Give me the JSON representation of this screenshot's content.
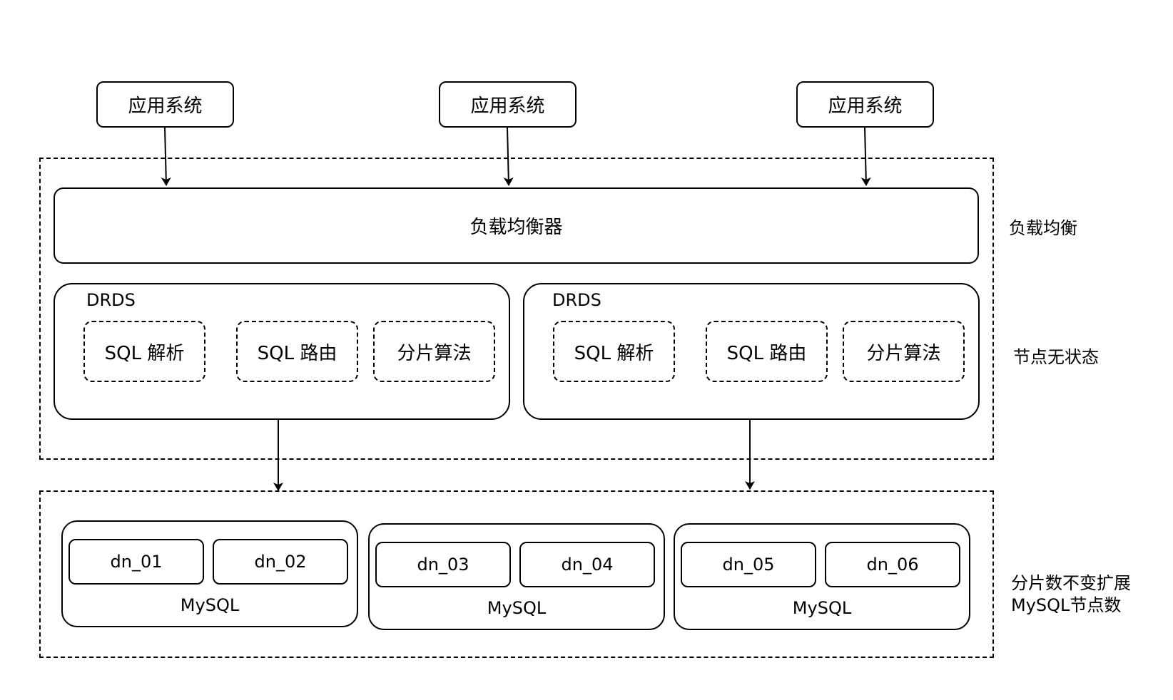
{
  "apps": [
    {
      "label": "应用系统"
    },
    {
      "label": "应用系统"
    },
    {
      "label": "应用系统"
    }
  ],
  "load_balancer": {
    "label": "负载均衡器"
  },
  "drds_nodes": [
    {
      "title": "DRDS",
      "modules": [
        "SQL 解析",
        "SQL 路由",
        "分片算法"
      ]
    },
    {
      "title": "DRDS",
      "modules": [
        "SQL 解析",
        "SQL 路由",
        "分片算法"
      ]
    }
  ],
  "mysql_instances": [
    {
      "label": "MySQL",
      "shards": [
        "dn_01",
        "dn_02"
      ]
    },
    {
      "label": "MySQL",
      "shards": [
        "dn_03",
        "dn_04"
      ]
    },
    {
      "label": "MySQL",
      "shards": [
        "dn_05",
        "dn_06"
      ]
    }
  ],
  "side_labels": {
    "load_balance": "负载均衡",
    "stateless": "节点无状态",
    "scale_line1": "分片数不变扩展",
    "scale_line2": "MySQL节点数"
  }
}
